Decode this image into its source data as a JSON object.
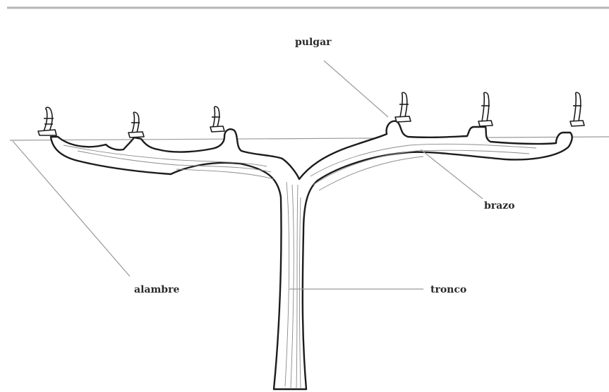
{
  "diagram": {
    "labels": {
      "pulgar": "pulgar",
      "brazo": "brazo",
      "alambre": "alambre",
      "tronco": "tronco"
    },
    "colors": {
      "outline": "#1c1c1c",
      "grain": "#8a8a8a",
      "leader": "#9a9a9a",
      "top_rule": "#b5b5b5",
      "background": "#ffffff"
    }
  }
}
